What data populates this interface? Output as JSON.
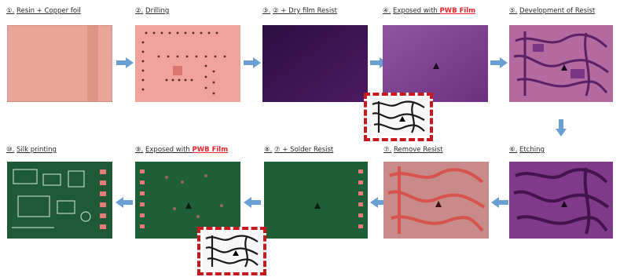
{
  "steps": [
    {
      "num": "①.",
      "text": "Resin + Copper foil",
      "highlight": "",
      "after": ""
    },
    {
      "num": "②.",
      "text": "Drilling",
      "highlight": "",
      "after": ""
    },
    {
      "num": "③.",
      "text": "② + Dry film Resist",
      "highlight": "",
      "after": ""
    },
    {
      "num": "④.",
      "text": "Exposed with ",
      "highlight": "PWB Film",
      "after": ""
    },
    {
      "num": "⑤.",
      "text": "Development of Resist",
      "highlight": "",
      "after": ""
    },
    {
      "num": "⑥.",
      "text": "Etching",
      "highlight": "",
      "after": ""
    },
    {
      "num": "⑦.",
      "text": "Remove Resist",
      "highlight": "",
      "after": ""
    },
    {
      "num": "⑧.",
      "text": "⑦ + Solder Resist",
      "highlight": "",
      "after": ""
    },
    {
      "num": "⑨.",
      "text": "Exposed with ",
      "highlight": "PWB Film",
      "after": ""
    },
    {
      "num": "⑩.",
      "text": "Silk printing",
      "highlight": "",
      "after": ""
    }
  ],
  "colors": {
    "arrow": "#6a9fd4",
    "film_border": "#c8171d",
    "highlight_text": "#e8262a",
    "copper": "#e9a597",
    "drilled": "#f0a39a",
    "dry_film": "#3b1250",
    "exposed": "#7d3f90",
    "developed": "#9b4e8f",
    "etched": "#6a2a72",
    "removed": "#d7807a",
    "solder": "#1f5f38",
    "silk": "#1e5a36"
  },
  "icons": {
    "flow_arrow": "arrow-right",
    "film": "pcb-film-icon"
  }
}
